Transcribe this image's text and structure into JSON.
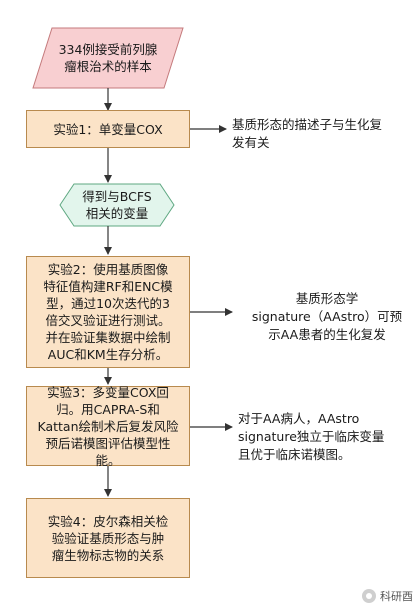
{
  "nodes": {
    "start": "334例接受前列腺\n瘤根治术的样本",
    "exp1": "实验1：单变量COX",
    "result1": "得到与BCFS\n相关的变量",
    "exp2": "实验2：使用基质图像\n特征值构建RF和ENC模\n型，通过10次迭代的3\n倍交叉验证进行测试。\n并在验证集数据中绘制\nAUC和KM生存分析。",
    "exp3": "实验3：多变量COX回\n归。用CAPRA-S和\nKattan绘制术后复发风险\n预后诺模图评估模型性\n能。",
    "exp4": "实验4：皮尔森相关检\n验验证基质形态与肿\n瘤生物标志物的关系"
  },
  "findings": {
    "f1": "基质形态的描述子与生化复\n发有关",
    "f2": "基质形态学\nsignature（AAstro）可预\n示AA患者的生化复发",
    "f3": "对于AA病人，AAstro\nsignature独立于临床变量\n且优于临床诺模图。"
  },
  "watermark": "科研酉",
  "colors": {
    "start_fill": "#f8cfd1",
    "start_border": "#c47a7c",
    "exp_fill": "#fbe3c7",
    "exp_border": "#b88a4e",
    "result_fill": "#e2f5ec",
    "result_border": "#5fa882",
    "arrow": "#333333"
  }
}
